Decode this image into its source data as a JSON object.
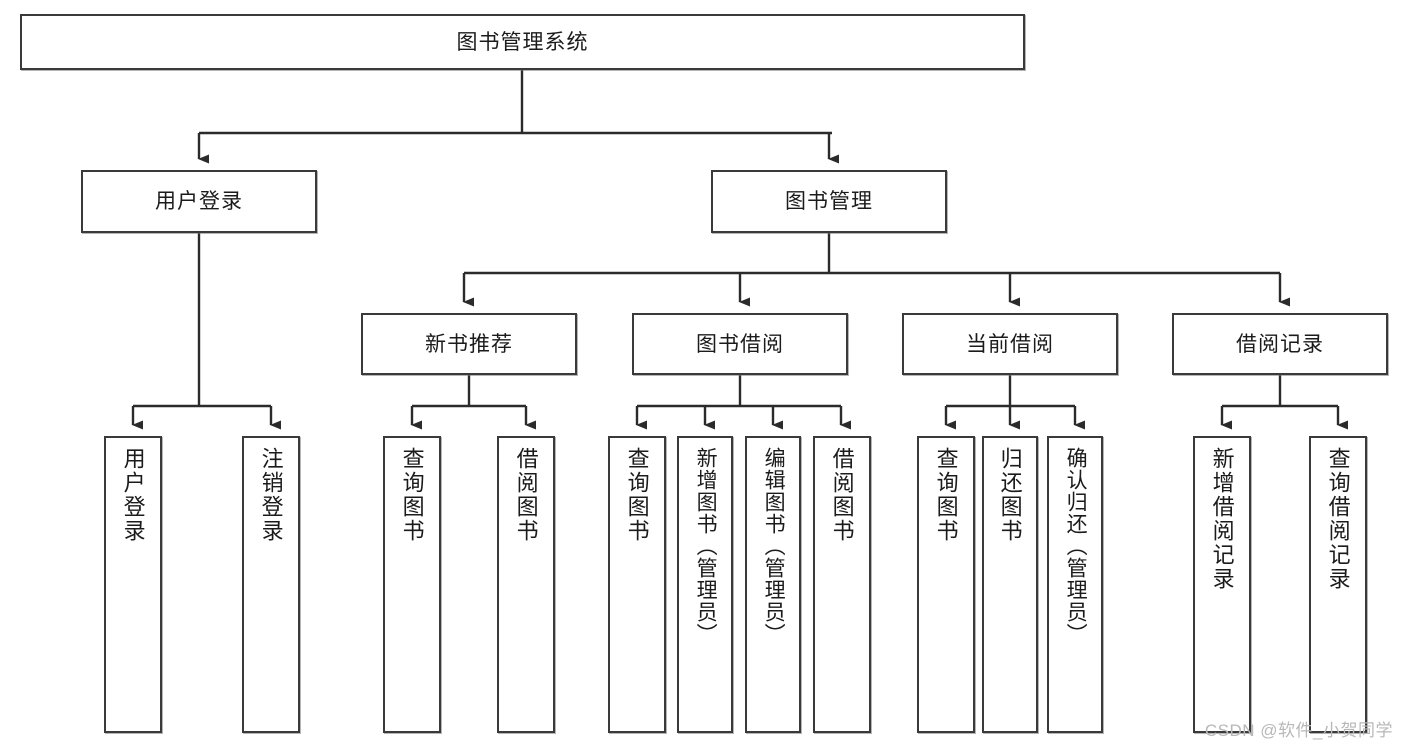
{
  "diagram": {
    "type": "tree",
    "title": "图书管理系统",
    "style": {
      "box_fill": "#ffffff",
      "box_stroke": "#3a3a3a",
      "edge_color": "#2b2b2b",
      "text_color": "#1b1b1b",
      "background": "#ffffff",
      "watermark_color": "#b8b8b8"
    },
    "root": {
      "label": "图书管理系统"
    },
    "level2": [
      {
        "id": "user-login",
        "label": "用户登录"
      },
      {
        "id": "book-manage",
        "label": "图书管理"
      }
    ],
    "level3": [
      {
        "id": "new-book-recommend",
        "label": "新书推荐",
        "parent": "book-manage"
      },
      {
        "id": "book-borrow",
        "label": "图书借阅",
        "parent": "book-manage"
      },
      {
        "id": "current-borrow",
        "label": "当前借阅",
        "parent": "book-manage"
      },
      {
        "id": "borrow-record",
        "label": "借阅记录",
        "parent": "book-manage"
      }
    ],
    "leaves": [
      {
        "id": "leaf-user-login",
        "label": "用户登录",
        "parent": "user-login"
      },
      {
        "id": "leaf-user-logout",
        "label": "注销登录",
        "parent": "user-login"
      },
      {
        "id": "leaf-rec-query-book",
        "label": "查询图书",
        "parent": "new-book-recommend"
      },
      {
        "id": "leaf-rec-borrow-book",
        "label": "借阅图书",
        "parent": "new-book-recommend"
      },
      {
        "id": "leaf-borrow-query-book",
        "label": "查询图书",
        "parent": "book-borrow"
      },
      {
        "id": "leaf-borrow-add-book",
        "label": "新增图书（管理员）",
        "parent": "book-borrow"
      },
      {
        "id": "leaf-borrow-edit-book",
        "label": "编辑图书（管理员）",
        "parent": "book-borrow"
      },
      {
        "id": "leaf-borrow-borrow-book",
        "label": "借阅图书",
        "parent": "book-borrow"
      },
      {
        "id": "leaf-cur-query-book",
        "label": "查询图书",
        "parent": "current-borrow"
      },
      {
        "id": "leaf-cur-return-book",
        "label": "归还图书",
        "parent": "current-borrow"
      },
      {
        "id": "leaf-cur-confirm-return",
        "label": "确认归还（管理员）",
        "parent": "current-borrow"
      },
      {
        "id": "leaf-rec-add-record",
        "label": "新增借阅记录",
        "parent": "borrow-record"
      },
      {
        "id": "leaf-rec-query-record",
        "label": "查询借阅记录",
        "parent": "borrow-record"
      }
    ]
  },
  "watermark": {
    "text": "CSDN @软件_小贺同学"
  }
}
